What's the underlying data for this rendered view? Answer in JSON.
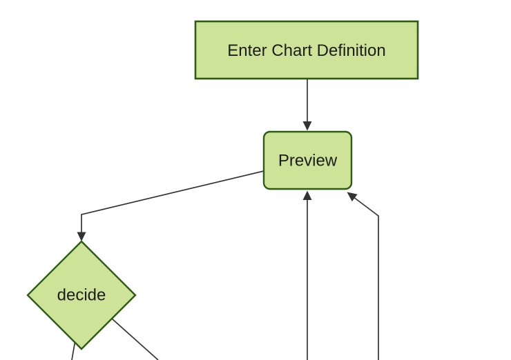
{
  "diagram": {
    "type": "flowchart",
    "direction": "top-down",
    "nodes": [
      {
        "id": "enter-chart-definition",
        "label": "Enter Chart Definition",
        "shape": "rectangle"
      },
      {
        "id": "preview",
        "label": "Preview",
        "shape": "rounded-rectangle"
      },
      {
        "id": "decide",
        "label": "decide",
        "shape": "diamond"
      }
    ],
    "edges": [
      {
        "from": "enter-chart-definition",
        "to": "preview",
        "arrow": true
      },
      {
        "from": "preview",
        "to": "decide",
        "arrow": true
      },
      {
        "from": "offscreen-bottom",
        "to": "preview",
        "arrow": true
      },
      {
        "from": "offscreen-bottom-right",
        "to": "preview",
        "arrow": true
      },
      {
        "from": "decide",
        "to": "offscreen-bottom-left",
        "arrow": false
      },
      {
        "from": "decide",
        "to": "offscreen-bottom-right",
        "arrow": false
      }
    ],
    "theme": {
      "node_fill": "#cde498",
      "node_stroke": "#2d5a16",
      "edge_color": "#333333",
      "text_color": "#1c1c1c",
      "background": "#ffffff"
    }
  }
}
